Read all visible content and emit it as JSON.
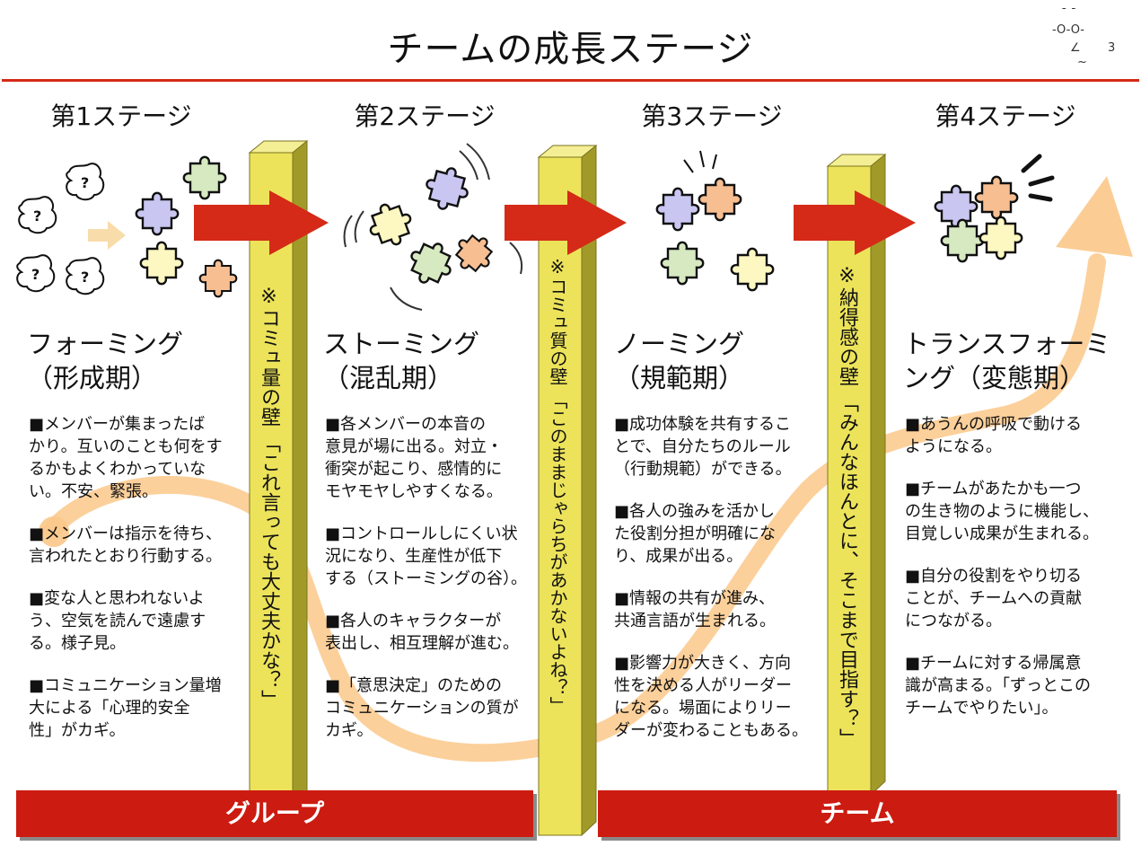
{
  "title": "チームの成長ステージ",
  "face_glyphs": [
    "¯ ¯",
    "-O-O-",
    "∠",
    "3",
    "~"
  ],
  "stages": [
    {
      "heading": "第1ステージ",
      "name": "フォーミング\n（形成期）",
      "points": [
        "■メンバーが集まったば\nかり。互いのことも何をす\nるかもよくわかっていな\nい。不安、緊張。",
        "■メンバーは指示を待ち、\n言われたとおり行動する。",
        "■変な人と思われないよ\nう、空気を読んで遠慮す\nる。様子見。",
        "■コミュニケーション量増\n大による「心理的安全\n性」がカギ。"
      ]
    },
    {
      "heading": "第2ステージ",
      "name": "ストーミング\n（混乱期）",
      "points": [
        "■各メンバーの本音の\n意見が場に出る。対立・\n衝突が起こり、感情的に\nモヤモヤしやすくなる。",
        "■コントロールしにくい状\n況になり、生産性が低下\nする（ストーミングの谷）。",
        "■各人のキャラクターが\n表出し、相互理解が進む。",
        "■「意思決定」のための\nコミュニケーションの質が\nカギ。"
      ]
    },
    {
      "heading": "第3ステージ",
      "name": "ノーミング\n（規範期）",
      "points": [
        "■成功体験を共有するこ\nとで、自分たちのルール\n（行動規範）ができる。",
        "■各人の強みを活かし\nた役割分担が明確にな\nり、成果が出る。",
        "■情報の共有が進み、\n共通言語が生まれる。",
        "■影響力が大きく、方向\n性を決める人がリーダー\nになる。場面によりリー\nダーが変わることもある。"
      ]
    },
    {
      "heading": "第4ステージ",
      "name": "トランスフォーミ\nング（変態期）",
      "points": [
        "■あうんの呼吸で動ける\nようになる。",
        "■チームがあたかも一つ\nの生き物のように機能し、\n目覚しい成果が生まれる。",
        "■自分の役割をやり切る\nことが、チームへの貢献\nにつながる。",
        "■チームに対する帰属意\n識が高まる。「ずっとこの\nチームでやりたい」。"
      ]
    }
  ],
  "walls": [
    {
      "quote": "「これ言っても大丈夫かな？」",
      "label": "※コミュ量の壁"
    },
    {
      "quote": "「このままじゃらちがあかないよね？」",
      "label": "※コミュ質の壁"
    },
    {
      "quote": "「みんなほんとに、そこまで目指す？」",
      "label": "※納得感の壁"
    }
  ],
  "question_mark": "?",
  "banners": {
    "group": "グループ",
    "team": "チーム"
  },
  "colors": {
    "accent_red": "#cc1b10",
    "pillar_yellow": "#ece35a",
    "growth_curve": "#fbc88a",
    "puzzle_lavender": "#c9c6f1",
    "puzzle_peach": "#f7be92",
    "puzzle_green": "#d6e9c1",
    "puzzle_cream": "#fdf7c2"
  }
}
